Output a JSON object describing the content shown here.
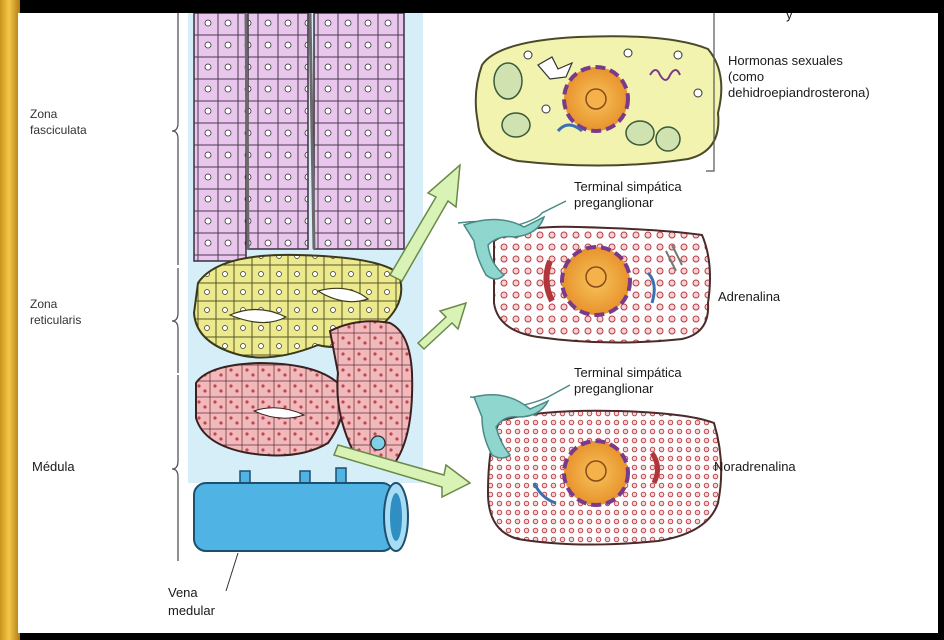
{
  "labels": {
    "zona_fasciculata_1": "Zona",
    "zona_fasciculata_2": "fasciculata",
    "zona_reticularis_1": "Zona",
    "zona_reticularis_2": "reticularis",
    "medula": "Médula",
    "vena_medular_1": "Vena",
    "vena_medular_2": "medular",
    "top_partial": "y",
    "hormonas_1": "Hormonas sexuales",
    "hormonas_2": "(como",
    "hormonas_3": "dehidroepiandrosterona)",
    "terminal_1a": "Terminal simpática",
    "terminal_1b": "preganglionar",
    "adrenalina": "Adrenalina",
    "terminal_2a": "Terminal simpática",
    "terminal_2b": "preganglionar",
    "noradrenalina": "Noradrenalina"
  },
  "colors": {
    "fasciculata": "#e9c6ec",
    "reticularis": "#ecea8c",
    "medulla": "#f2b9bd",
    "vein": "#4fb3e3",
    "arrow": "#d9f2b6",
    "nerve": "#8fd6cf",
    "nucleus": "#f0a93a",
    "frame": "#e8b534"
  }
}
